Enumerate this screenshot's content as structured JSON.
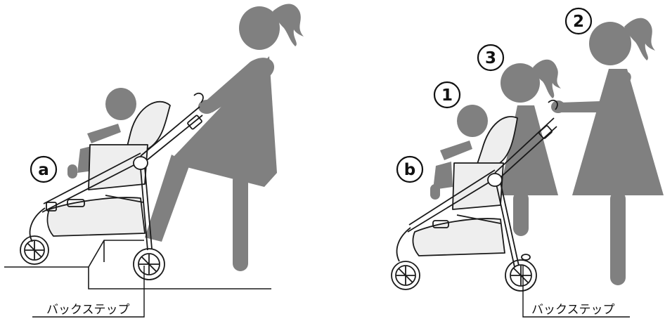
{
  "panels": [
    {
      "id": "a",
      "label": "a",
      "caption": "バックステップ"
    },
    {
      "id": "b",
      "label": "b",
      "caption": "バックステップ",
      "order_markers": [
        "1",
        "2",
        "3"
      ]
    }
  ],
  "colors": {
    "figure": "#808080",
    "line": "#1a1a1a",
    "fabric": "#eeeeee",
    "background": "#ffffff"
  }
}
